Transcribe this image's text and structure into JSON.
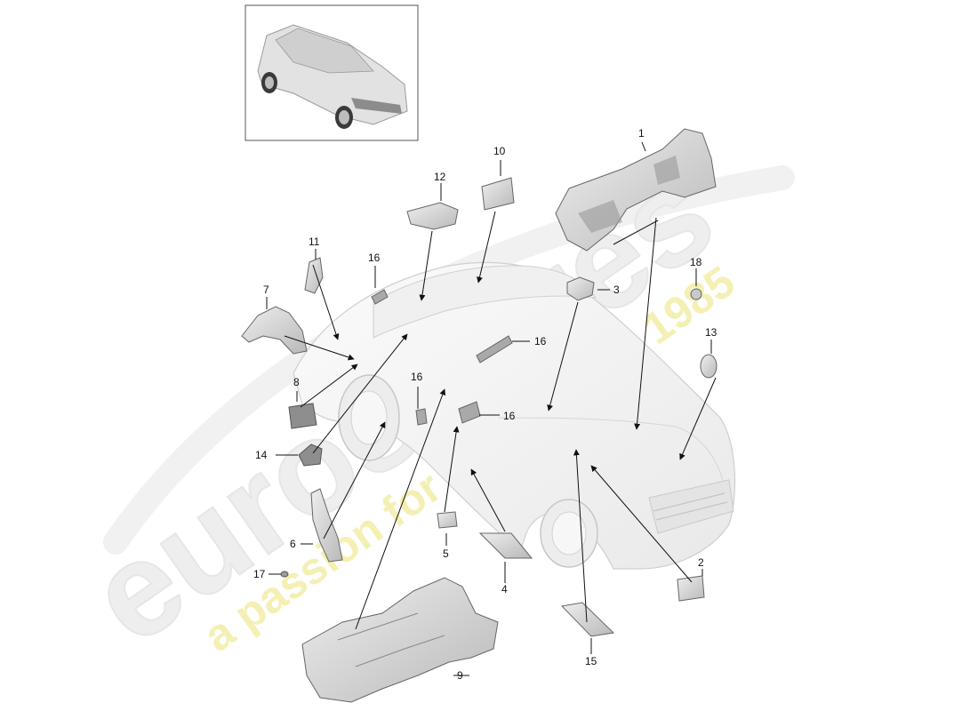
{
  "watermark": {
    "brand": "eurospares",
    "tagline": "a passion for parts since 1985"
  },
  "callouts": [
    "1",
    "2",
    "3",
    "4",
    "5",
    "6",
    "7",
    "8",
    "9",
    "10",
    "11",
    "12",
    "13",
    "14",
    "15",
    "16",
    "16",
    "16",
    "16",
    "17",
    "18"
  ],
  "colors": {
    "part_fill": "#d9d9d9",
    "part_stroke": "#6e6e6e",
    "car_stroke": "#c8c8c8",
    "leader": "#111111",
    "watermark_grey": "#eeeeee",
    "watermark_yellow": "#f4f0b4"
  }
}
